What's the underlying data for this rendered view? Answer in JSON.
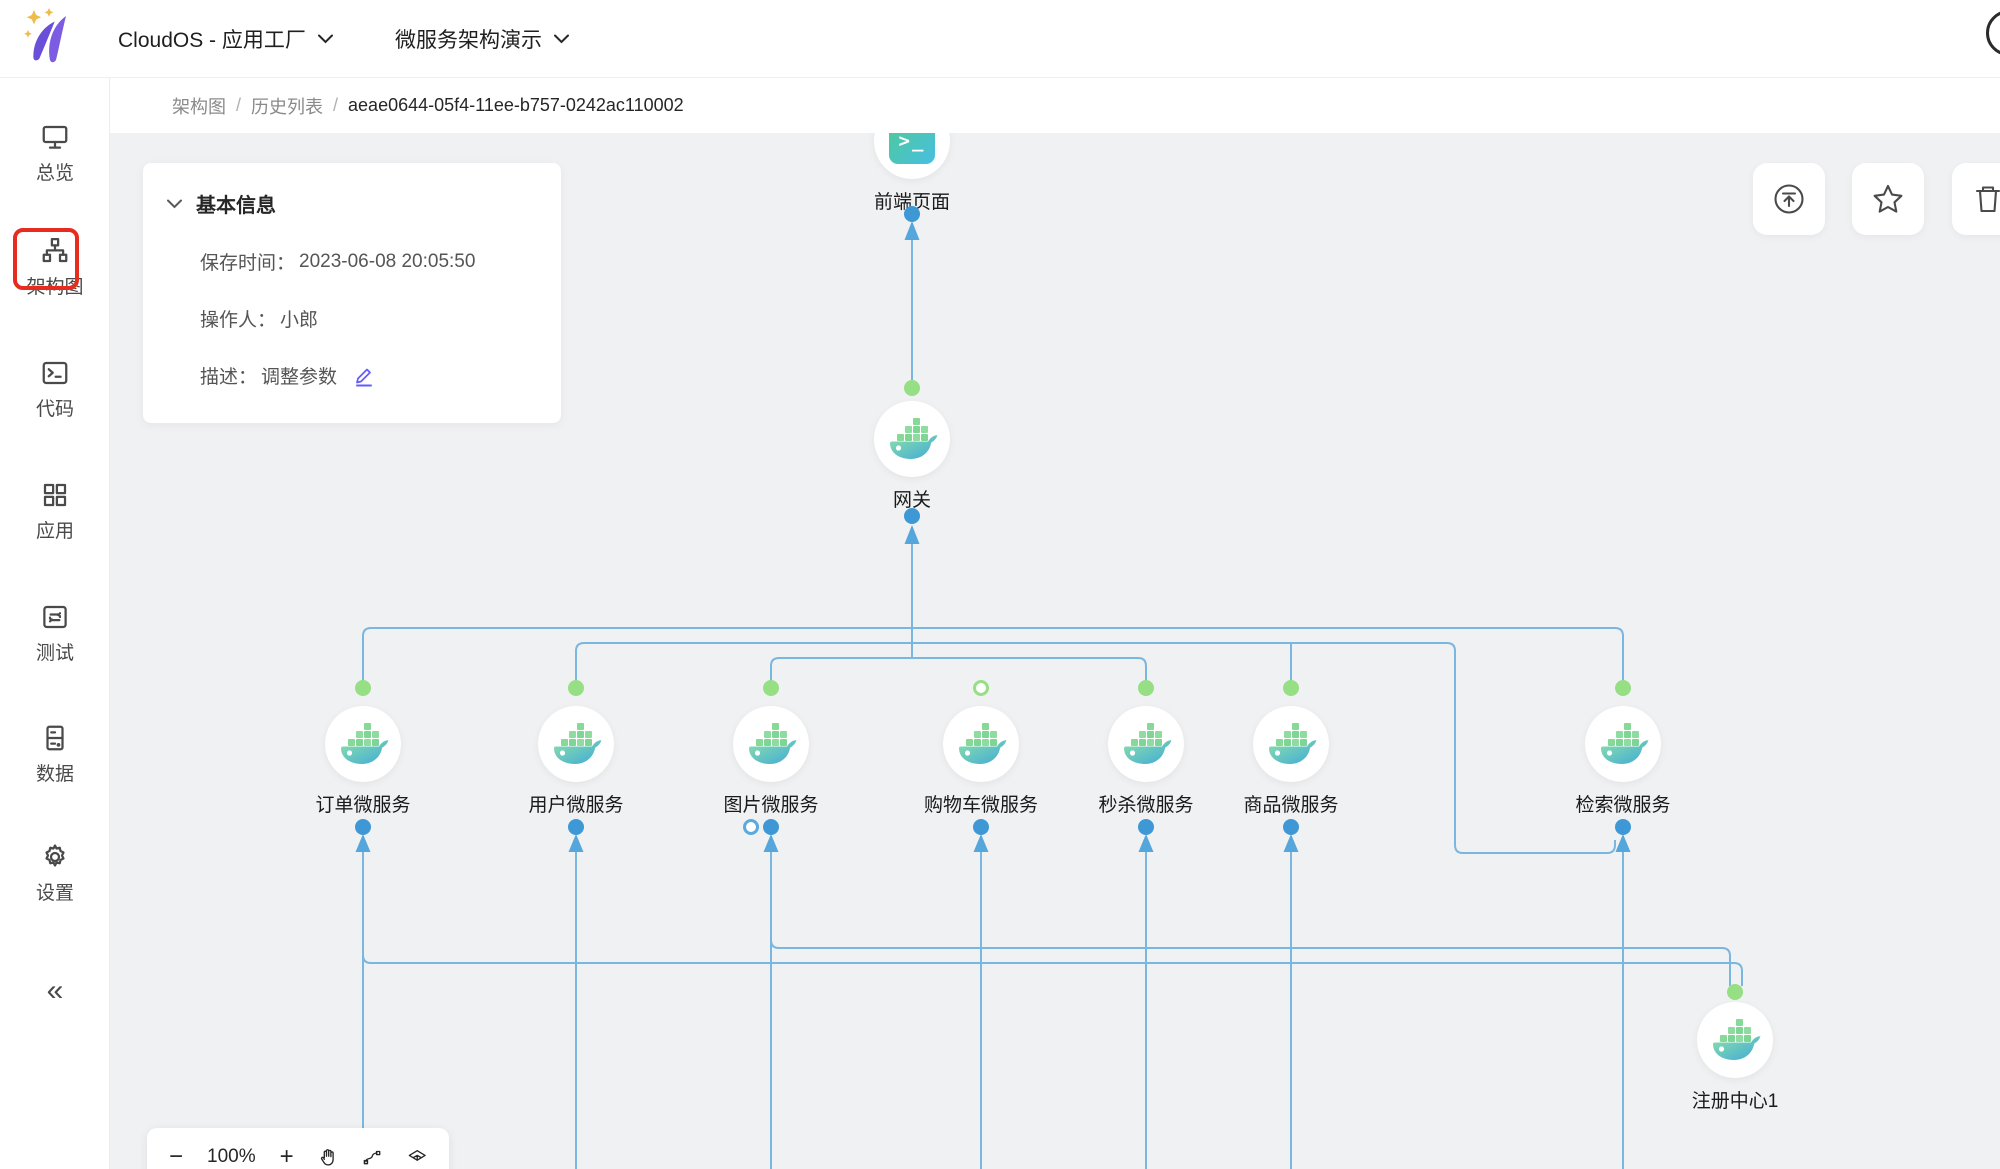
{
  "header": {
    "workspace_label": "CloudOS - 应用工厂",
    "project_label": "微服务架构演示"
  },
  "sidebar": {
    "items": [
      {
        "label": "总览",
        "icon": "monitor-icon",
        "active": false
      },
      {
        "label": "架构图",
        "icon": "sitemap-icon",
        "active": true
      },
      {
        "label": "代码",
        "icon": "terminal-icon",
        "active": false
      },
      {
        "label": "应用",
        "icon": "apps-grid-icon",
        "active": false
      },
      {
        "label": "测试",
        "icon": "sync-square-icon",
        "active": false
      },
      {
        "label": "数据",
        "icon": "database-icon",
        "active": false
      },
      {
        "label": "设置",
        "icon": "gear-icon",
        "active": false
      }
    ],
    "collapse_icon": "double-chevron-left",
    "collapse_glyph": "«"
  },
  "breadcrumb": {
    "separator": "/",
    "items": [
      "架构图",
      "历史列表",
      "aeae0644-05f4-11ee-b757-0242ac110002"
    ]
  },
  "info_panel": {
    "title": "基本信息",
    "rows": [
      {
        "label": "保存时间：",
        "value": "2023-06-08 20:05:50"
      },
      {
        "label": "操作人：",
        "value": "小郎"
      },
      {
        "label": "描述：",
        "value": "调整参数",
        "editable": true
      }
    ]
  },
  "actions": [
    {
      "name": "export",
      "icon": "upload-circle-icon"
    },
    {
      "name": "favorite",
      "icon": "star-icon"
    },
    {
      "name": "delete",
      "icon": "trash-icon"
    }
  ],
  "canvas": {
    "nodes": [
      {
        "label": "前端页面",
        "type": "web-terminal"
      },
      {
        "label": "网关",
        "type": "docker"
      },
      {
        "label": "订单微服务",
        "type": "docker"
      },
      {
        "label": "用户微服务",
        "type": "docker"
      },
      {
        "label": "图片微服务",
        "type": "docker"
      },
      {
        "label": "购物车微服务",
        "type": "docker"
      },
      {
        "label": "秒杀微服务",
        "type": "docker"
      },
      {
        "label": "商品微服务",
        "type": "docker"
      },
      {
        "label": "检索微服务",
        "type": "docker"
      },
      {
        "label": "注册中心1",
        "type": "docker"
      }
    ]
  },
  "zoom_toolbar": {
    "zoom_out": "−",
    "zoom_level": "100%",
    "zoom_in": "+",
    "tools": [
      "hand",
      "connector",
      "package"
    ]
  },
  "colors": {
    "edge": "#79b6e0",
    "port_green": "#96df84",
    "port_blue": "#3e98d6",
    "highlight_red": "#e62c1e",
    "edit_icon": "#635bff",
    "logo_purple": "#6a4fd8",
    "logo_gold": "#edbc4a",
    "canvas_bg": "#f0f1f3"
  }
}
